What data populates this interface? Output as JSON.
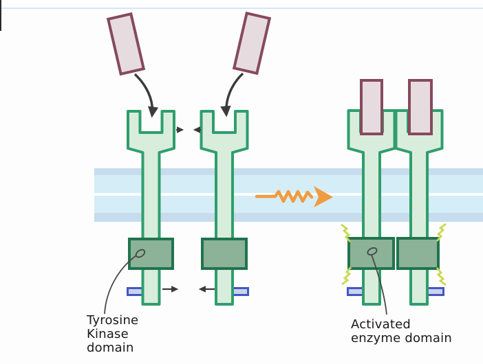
{
  "labels": {
    "tyrosine_kinase": {
      "line1": "Tyrosine",
      "line2": "Kinase",
      "line3": "domain"
    },
    "activated_enzyme": {
      "line1": "Activated",
      "line2": "enzyme domain"
    }
  },
  "colors": {
    "background": "#fdfdfd",
    "receptor_fill": "#d9eddd",
    "receptor_border": "#2f9e6c",
    "kinase_fill": "#8cb297",
    "kinase_border": "#20744e",
    "membrane_core": "#d4edf6",
    "membrane_edge_stripe": "#c7dcec",
    "membrane_midline": "#fbfeff",
    "ligand_fill": "#e6dce0",
    "ligand_border": "#864a5c",
    "tag_fill": "#c9d2ee",
    "tag_border": "#3f58c2",
    "signal_arrow_orange": "#f09b3f",
    "activation_spark_yellow": "#c8d84e",
    "arrow_dark": "#3b3b3b",
    "label_text": "#1a1a1a"
  },
  "annotations": {
    "dimerization_arrows_top": "→ ←",
    "dimerization_arrows_bottom": "→ ←",
    "ligand_binding_arrows": "curved arrows from ligands into receptor cups",
    "signal_arrow": "orange zigzag arrow pointing right inside membrane"
  }
}
